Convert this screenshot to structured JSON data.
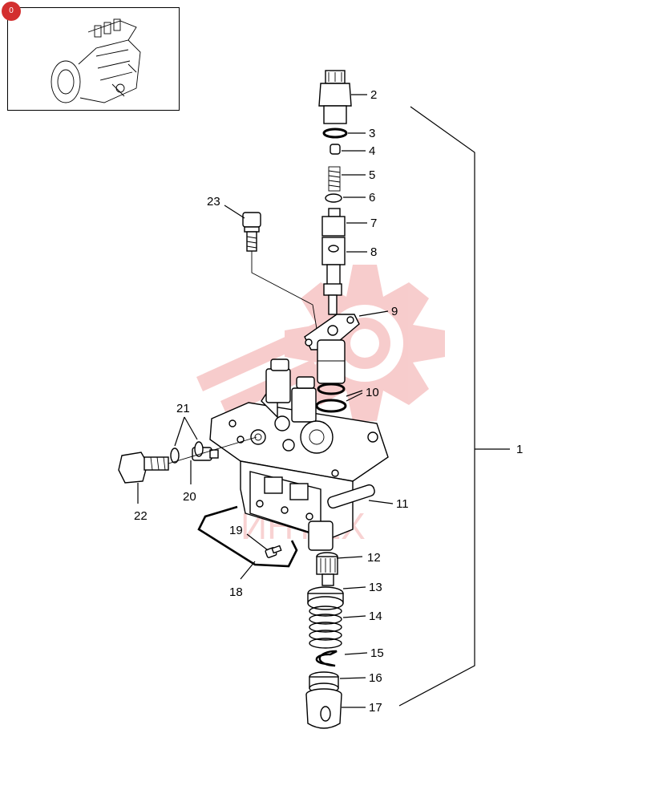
{
  "corner_badge": "0",
  "watermark_text": "ИНТЕХ",
  "colors": {
    "watermark": "#f6c4c4",
    "badge": "#d32f2f"
  },
  "callouts": [
    {
      "id": "p1",
      "label": "1"
    },
    {
      "id": "p2",
      "label": "2"
    },
    {
      "id": "p3",
      "label": "3"
    },
    {
      "id": "p4",
      "label": "4"
    },
    {
      "id": "p5",
      "label": "5"
    },
    {
      "id": "p6",
      "label": "6"
    },
    {
      "id": "p7",
      "label": "7"
    },
    {
      "id": "p8",
      "label": "8"
    },
    {
      "id": "p9",
      "label": "9"
    },
    {
      "id": "p10",
      "label": "10"
    },
    {
      "id": "p11",
      "label": "11"
    },
    {
      "id": "p12",
      "label": "12"
    },
    {
      "id": "p13",
      "label": "13"
    },
    {
      "id": "p14",
      "label": "14"
    },
    {
      "id": "p15",
      "label": "15"
    },
    {
      "id": "p16",
      "label": "16"
    },
    {
      "id": "p17",
      "label": "17"
    },
    {
      "id": "p18",
      "label": "18"
    },
    {
      "id": "p19",
      "label": "19"
    },
    {
      "id": "p20",
      "label": "20"
    },
    {
      "id": "p21",
      "label": "21"
    },
    {
      "id": "p22",
      "label": "22"
    },
    {
      "id": "p23",
      "label": "23"
    }
  ]
}
